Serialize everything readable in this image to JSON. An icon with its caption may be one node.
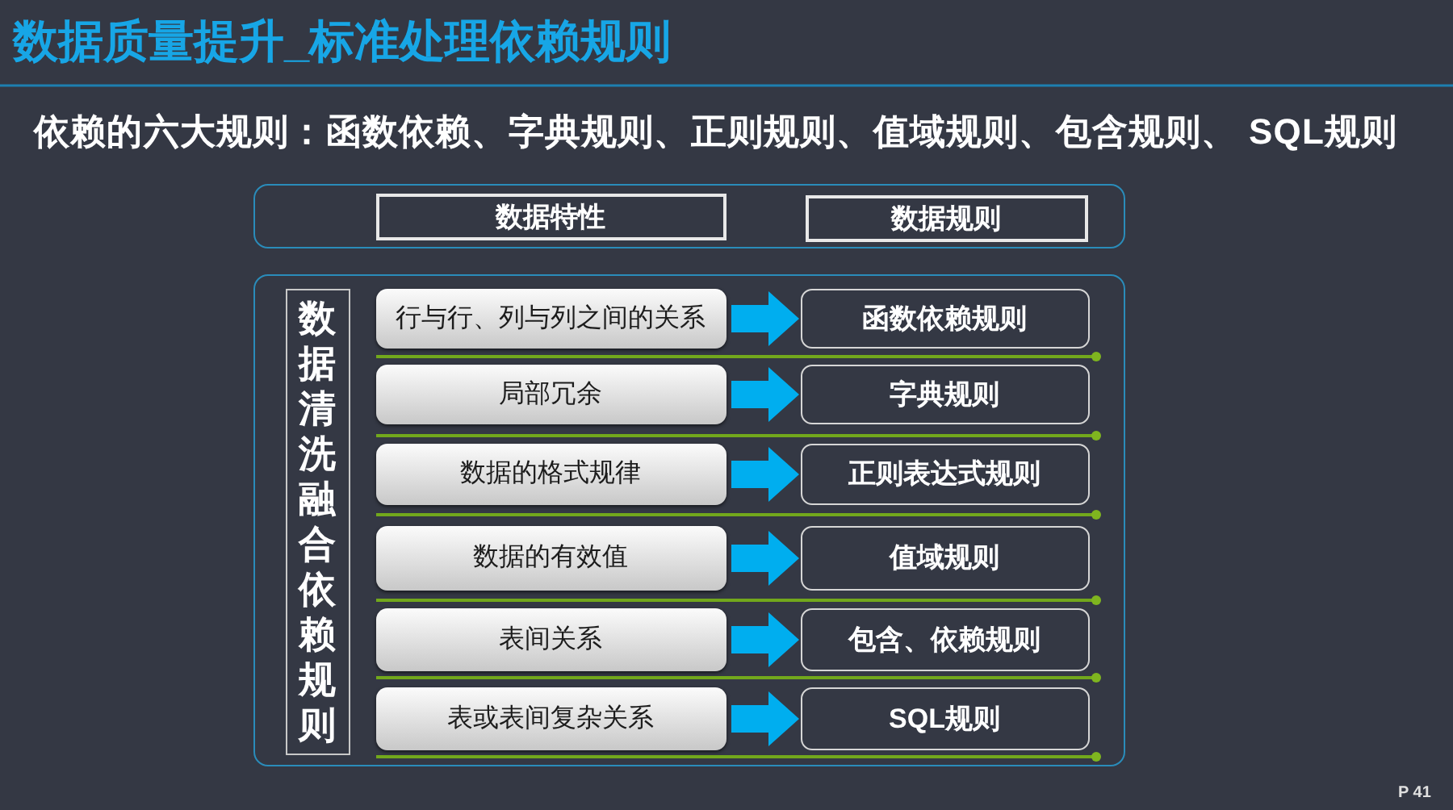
{
  "diagram": {
    "title": "数据质量提升_标准处理依赖规则",
    "nodes": [
      {
        "text": [],
        "shape": "box"
      },
      {
        "text": [
          "数据特性"
        ],
        "in": 0
      },
      {
        "text": [
          "数据规则"
        ],
        "in": 0
      },
      {
        "text": [],
        "shape": "box"
      },
      {
        "text": [
          "数据清洗融合依赖规则"
        ],
        "in": 3
      },
      {
        "text": [
          "行与行、列与列之间的关系"
        ],
        "in": 3
      },
      {
        "text": [
          "函数依赖规则"
        ],
        "in": 3
      },
      {
        "text": [
          "局部冗余"
        ],
        "in": 3
      },
      {
        "text": [
          "字典规则"
        ],
        "in": 3
      },
      {
        "text": [
          "数据的格式规律"
        ],
        "in": 3
      },
      {
        "text": [
          "正则表达式规则"
        ],
        "in": 3
      },
      {
        "text": [
          "数据的有效值"
        ],
        "in": 3
      },
      {
        "text": [
          "值域规则"
        ],
        "in": 3
      },
      {
        "text": [
          "表间关系"
        ],
        "in": 3
      },
      {
        "text": [
          "包含、依赖规则"
        ],
        "in": 3
      },
      {
        "text": [
          "表或表间复杂关系"
        ],
        "in": 3
      },
      {
        "text": [
          "SQL规则"
        ],
        "in": 3
      }
    ],
    "edges": [
      {
        "from": 5,
        "to": 6,
        "arrow": "to"
      },
      {
        "from": 7,
        "to": 8,
        "arrow": "to"
      },
      {
        "from": 9,
        "to": 10,
        "arrow": "to"
      },
      {
        "from": 11,
        "to": 12,
        "arrow": "to"
      },
      {
        "from": 13,
        "to": 14,
        "arrow": "to"
      },
      {
        "from": 15,
        "to": 16,
        "arrow": "to"
      }
    ],
    "labels": [
      "依赖的六大规则：函数依赖、字典规则、正则规则、值域规则、包含规则、 SQL规则",
      "P 41"
    ]
  }
}
